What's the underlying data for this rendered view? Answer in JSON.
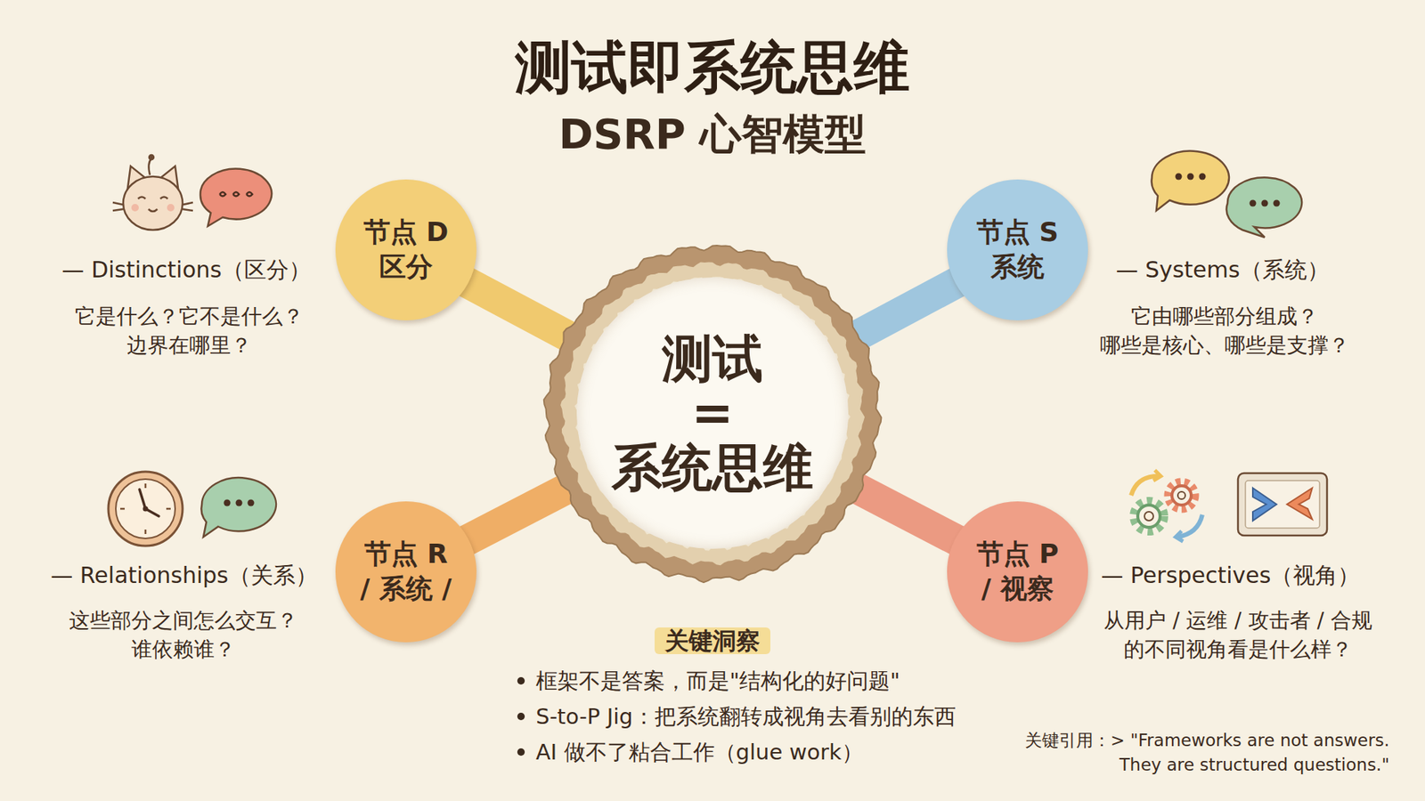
{
  "diagram": {
    "title": "测试即系统思维",
    "nodes": [
      {
        "text": [
          "节点 D",
          "区分"
        ]
      },
      {
        "text": [
          "节点 S",
          "系统"
        ]
      },
      {
        "text": [
          "测试 = 系统思维"
        ]
      },
      {
        "text": [
          "节点 R",
          "/ 系统 /"
        ]
      },
      {
        "text": [
          "节点 P",
          "/ 视察"
        ]
      }
    ],
    "edges": [
      {
        "from": 2,
        "to": 0,
        "arrow": "none"
      },
      {
        "from": 2,
        "to": 1,
        "arrow": "none"
      },
      {
        "from": 2,
        "to": 3,
        "arrow": "none"
      },
      {
        "from": 2,
        "to": 4,
        "arrow": "none"
      }
    ],
    "labels": [
      "DSRP 心智模型",
      "— Distinctions（区分）",
      "它是什么？它不是什么？ 边界在哪里？",
      "— Systems（系统）",
      "它由哪些部分组成？ 哪些是核心、哪些是支撑？",
      "— Relationships（关系）",
      "这些部分之间怎么交互？ 谁依赖谁？",
      "— Perspectives（视角）",
      "从用户 / 运维 / 攻击者 / 合规 的不同视角看是什么样？",
      "关键洞察",
      "框架不是答案，而是\"结构化的好问题\"",
      "S-to-P Jig：把系统翻转成视角去看别的东西",
      "AI 做不了粘合工作（glue work）",
      "关键引用：> \"Frameworks are not answers. They are structured questions.\""
    ]
  }
}
